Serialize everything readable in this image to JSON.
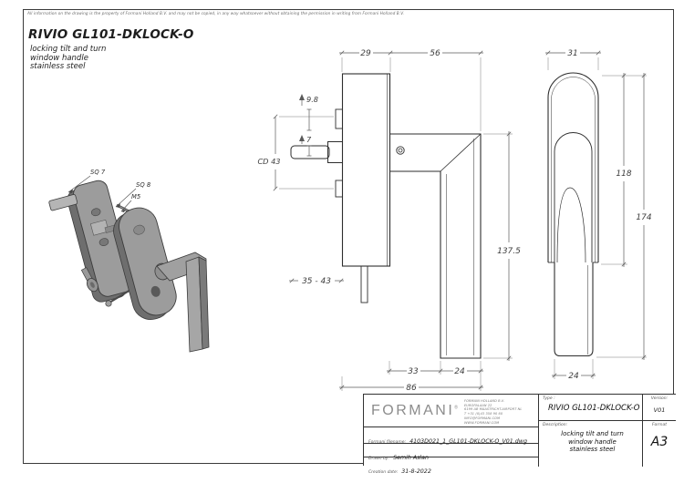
{
  "header": {
    "disclaimer": "All information on the drawing is the property of Formani Holland B.V. and may not be copied, in any way whatsoever without obtaining the permission in writing from Formani Holland B.V.",
    "product_title": "RIVIO GL101-DKLOCK-O",
    "subtitle_line1": "locking tilt and turn",
    "subtitle_line2": "window handle",
    "subtitle_line3": "stainless steel"
  },
  "iso_view": {
    "label_sq7": "SQ 7",
    "label_sq8": "SQ 8",
    "label_m5": "M5"
  },
  "front_view": {
    "dim_plate_width": "29",
    "dim_arm_length": "56",
    "dim_step_height": "9.8",
    "dim_spindle_square": "7",
    "dim_center_distance": "CD 43",
    "dim_spindle_length": "35 - 43",
    "dim_grip_length": "137.5",
    "dim_arm_offset": "33",
    "dim_grip_width": "24",
    "dim_total_width": "86"
  },
  "side_view": {
    "dim_width": "31",
    "dim_plate_length": "118",
    "dim_total_length": "174",
    "dim_grip_depth": "24"
  },
  "title_block": {
    "logo_text": "FORMANI",
    "logo_reg": "®",
    "address_line1": "FORMANI HOLLAND B.V.",
    "address_line2": "EUROPALAAN 22",
    "address_line3": "6199 AB MAASTRICHT-AIRPORT NL",
    "address_line4": "T +31 (0)43 358 90 60",
    "address_line5": "INFO@FORMANI.COM",
    "address_line6": "WWW.FORMANI.COM",
    "filename_label": "Formani filename:",
    "filename_value": "4103D021_1_GL101-DKLOCK-O_V01.dwg",
    "drawn_by_label": "Drawn by:",
    "drawn_by_value": "Semih Aslan",
    "creation_date_label": "Creation date:",
    "creation_date_value": "31-8-2022",
    "type_label": "Type :",
    "type_value": "RIVIO GL101-DKLOCK-O",
    "version_label": "Version:",
    "version_value": "V01",
    "description_label": "Description:",
    "description_line1": "locking tilt and turn",
    "description_line2": "window handle",
    "description_line3": "stainless steel",
    "format_label": "Format",
    "format_value": "A3"
  },
  "colors": {
    "border": "#3a3a3a",
    "object_line": "#2e2e2e",
    "dimension_line": "#5a5a5a",
    "dimension_text": "#3d3d3d",
    "iso_fill": "#9a9a9a"
  }
}
